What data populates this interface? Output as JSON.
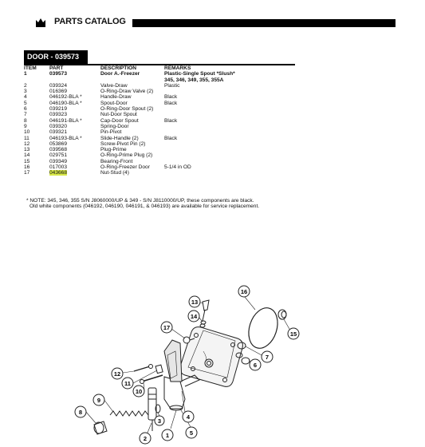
{
  "header": {
    "catalog_title": "PARTS CATALOG"
  },
  "section": {
    "title": "DOOR - 039573"
  },
  "table": {
    "columns": [
      "ITEM",
      "PART",
      "DESCRIPTION",
      "REMARKS"
    ],
    "rows": [
      {
        "item": "1",
        "part": "039573",
        "description": "Door A.-Freezer",
        "remarks": "Plastic-Single Spout *Slush*",
        "remarks2": "345, 346, 349, 355, 355A"
      },
      {
        "item": "2",
        "part": "039324",
        "description": "Valve-Draw",
        "remarks": "Plastic"
      },
      {
        "item": "3",
        "part": "016369",
        "description": "O-Ring-Draw Valve (2)",
        "remarks": ""
      },
      {
        "item": "4",
        "part": "046192-BLA *",
        "description": "Handle-Draw",
        "remarks": "Black"
      },
      {
        "item": "5",
        "part": "046190-BLA *",
        "description": "Spout-Door",
        "remarks": "Black"
      },
      {
        "item": "6",
        "part": "039219",
        "description": "O-Ring-Door Spout (2)",
        "remarks": ""
      },
      {
        "item": "7",
        "part": "039323",
        "description": "Nut-Door Spout",
        "remarks": ""
      },
      {
        "item": "8",
        "part": "046191-BLA *",
        "description": "Cap-Door Spout",
        "remarks": "Black"
      },
      {
        "item": "9",
        "part": "039320",
        "description": "Spring-Door",
        "remarks": ""
      },
      {
        "item": "10",
        "part": "039321",
        "description": "Pin-Pivot",
        "remarks": ""
      },
      {
        "item": "11",
        "part": "046193-BLA *",
        "description": "Slide-Handle (2)",
        "remarks": "Black"
      },
      {
        "item": "12",
        "part": "053869",
        "description": "Screw-Pivot Pin (2)",
        "remarks": ""
      },
      {
        "item": "13",
        "part": "039568",
        "description": "Plug-Prime",
        "remarks": ""
      },
      {
        "item": "14",
        "part": "029751",
        "description": "O-Ring-Prime Plug (2)",
        "remarks": ""
      },
      {
        "item": "15",
        "part": "039349",
        "description": "Bearing-Front",
        "remarks": ""
      },
      {
        "item": "16",
        "part": "017003",
        "description": "O-Ring-Freezer Door",
        "remarks": "5-1/4 in OD"
      },
      {
        "item": "17",
        "part": "043668",
        "description": "Nut-Stud (4)",
        "remarks": ""
      }
    ]
  },
  "note": {
    "line1": "* NOTE:  345, 346, 355 S/N J8060000/UP & 349 - S/N J8110000/UP, these components are black.",
    "line2": "Old white components (046192, 046190, 046191, & 046193) are available for service replacement."
  },
  "diagram": {
    "callouts": [
      "1",
      "2",
      "3",
      "4",
      "5",
      "6",
      "7",
      "8",
      "9",
      "10",
      "11",
      "12",
      "13",
      "14",
      "15",
      "16",
      "17"
    ]
  }
}
